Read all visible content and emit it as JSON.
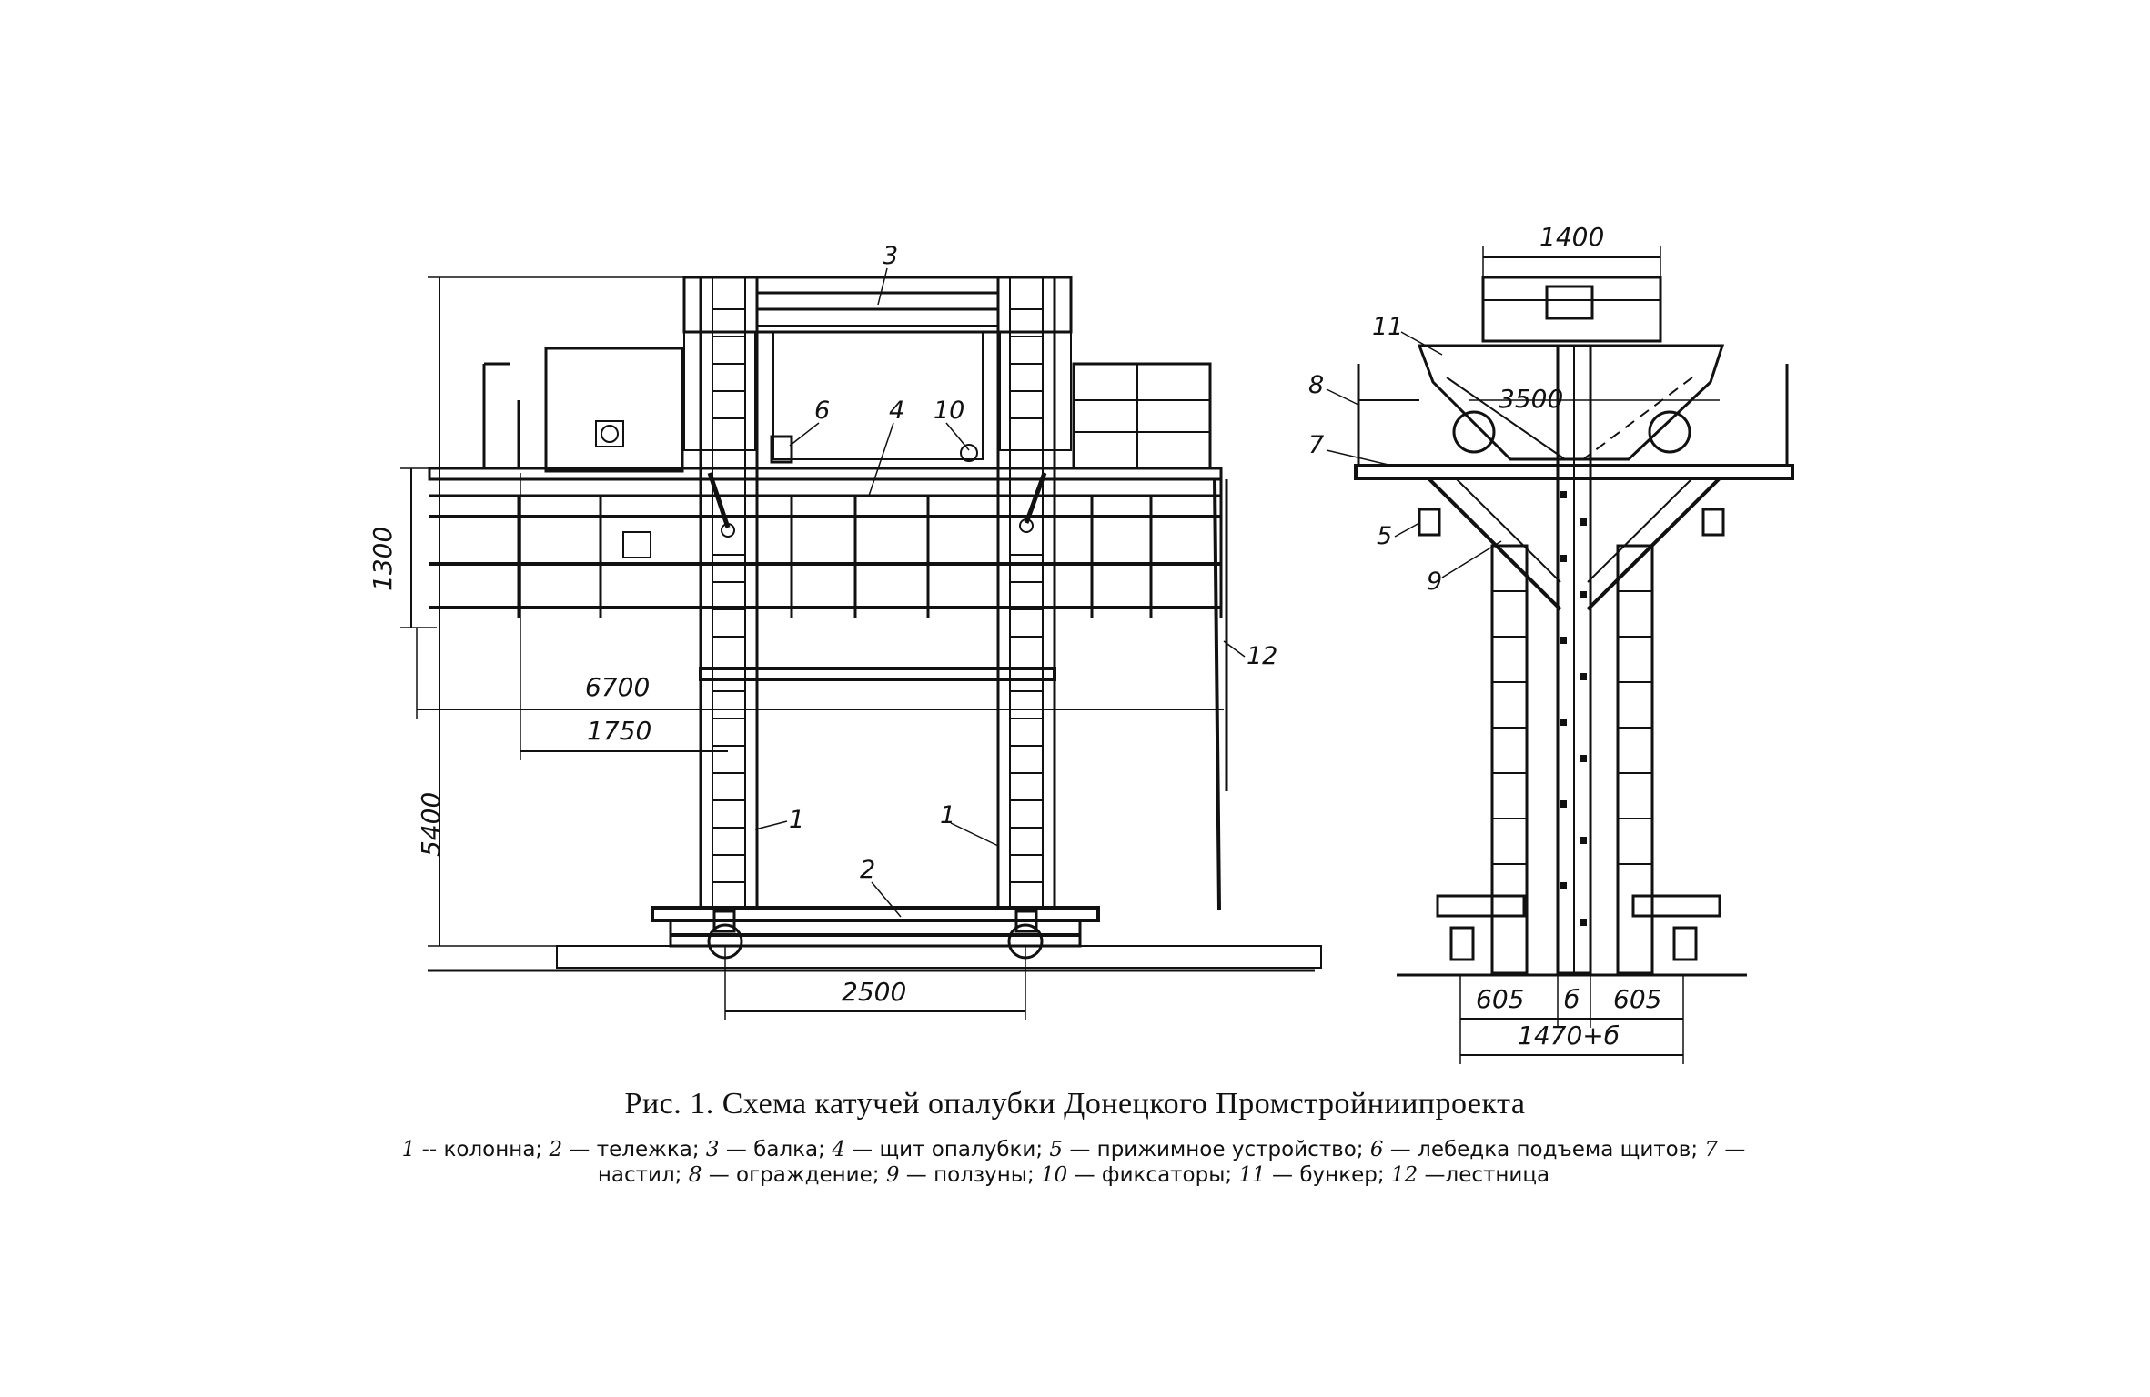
{
  "callouts": {
    "c1a": "1",
    "c1b": "1",
    "c2": "2",
    "c3": "3",
    "c4": "4",
    "c5": "5",
    "c6": "6",
    "c7": "7",
    "c8": "8",
    "c9": "9",
    "c10": "10",
    "c11": "11",
    "c12": "12"
  },
  "dimensions": {
    "d1400": "1400",
    "d3500": "3500",
    "d1300": "1300",
    "d6700": "6700",
    "d1750": "1750",
    "d5400": "5400",
    "d2500": "2500",
    "d605a": "605",
    "d605b": "605",
    "ddelta": "б",
    "d1470": "1470+б"
  },
  "caption": {
    "title": "Рис. 1. Схема катучей опалубки Донецкого Промстройниипроекта",
    "legend": [
      {
        "num": "1",
        "text": " -- колонна; "
      },
      {
        "num": "2",
        "text": " — тележка; "
      },
      {
        "num": "3",
        "text": " — балка; "
      },
      {
        "num": "4",
        "text": " — щит опалубки; "
      },
      {
        "num": "5",
        "text": " — прижимное устройство; "
      },
      {
        "num": "6",
        "text": " — лебедка подъема щитов; "
      },
      {
        "num": "7",
        "text": " — настил; "
      },
      {
        "num": "8",
        "text": " — ограждение; "
      },
      {
        "num": "9",
        "text": " — ползуны; "
      },
      {
        "num": "10",
        "text": " — фиксаторы; "
      },
      {
        "num": "11",
        "text": " — бункер; "
      },
      {
        "num": "12",
        "text": " —лестница"
      }
    ]
  }
}
